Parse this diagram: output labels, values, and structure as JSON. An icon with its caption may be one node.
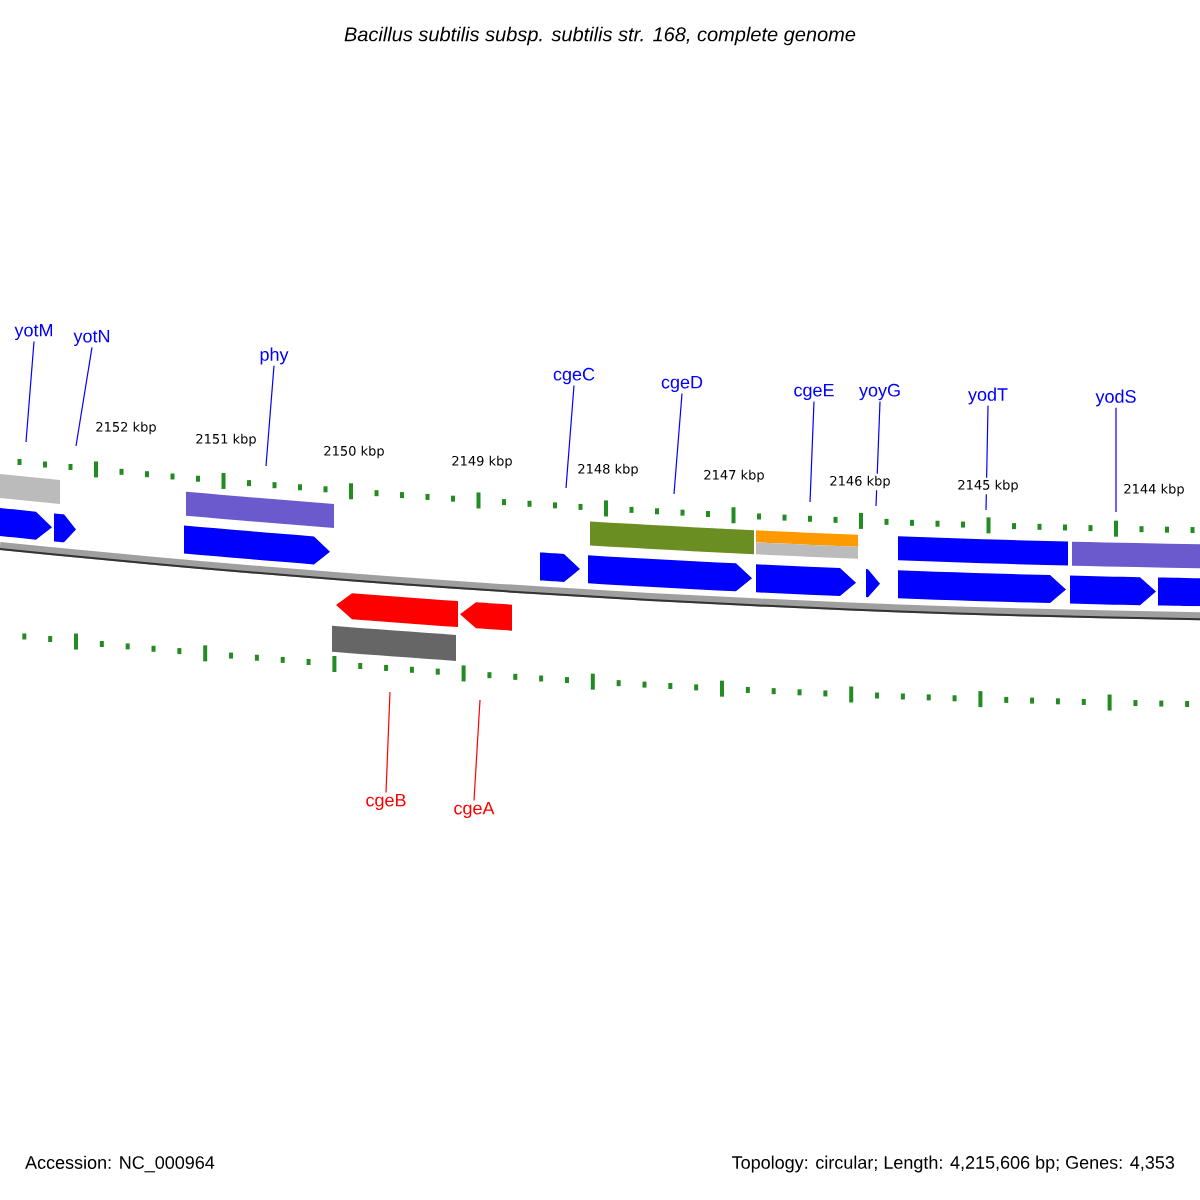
{
  "diagram": {
    "title": "Bacillus subtilis subsp. subtilis str. 168, complete genome",
    "nodes": [
      {
        "text": [
          "yotM"
        ]
      },
      {
        "text": [
          "yotN"
        ]
      },
      {
        "text": [
          "phy"
        ]
      },
      {
        "text": [
          "cgeC"
        ]
      },
      {
        "text": [
          "cgeD"
        ]
      },
      {
        "text": [
          "cgeE"
        ]
      },
      {
        "text": [
          "yoyG"
        ]
      },
      {
        "text": [
          "yodT"
        ]
      },
      {
        "text": [
          "yodS"
        ]
      },
      {
        "text": [
          "cgeB"
        ]
      },
      {
        "text": [
          "cgeA"
        ]
      }
    ],
    "edges": [
      {
        "from": 0,
        "to": null,
        "arrow": "none"
      },
      {
        "from": 1,
        "to": null,
        "arrow": "none"
      },
      {
        "from": 2,
        "to": null,
        "arrow": "none"
      },
      {
        "from": 3,
        "to": null,
        "arrow": "none"
      },
      {
        "from": 4,
        "to": null,
        "arrow": "none"
      },
      {
        "from": 5,
        "to": null,
        "arrow": "none"
      },
      {
        "from": 6,
        "to": null,
        "arrow": "none"
      },
      {
        "from": 7,
        "to": null,
        "arrow": "none"
      },
      {
        "from": 8,
        "to": null,
        "arrow": "none"
      },
      {
        "from": 9,
        "to": null,
        "arrow": "none",
        "color": "#ff0000"
      },
      {
        "from": 10,
        "to": null,
        "arrow": "none",
        "color": "#ff0000"
      }
    ],
    "labels": [
      "2152 kbp",
      "2151 kbp",
      "2150 kbp",
      "2149 kbp",
      "2148 kbp",
      "2147 kbp",
      "2146 kbp",
      "2145 kbp",
      "2144 kbp",
      "Accession: NC_000964",
      "Topology: circular; Length: 4,215,606 bp; Genes: 4,353"
    ]
  }
}
